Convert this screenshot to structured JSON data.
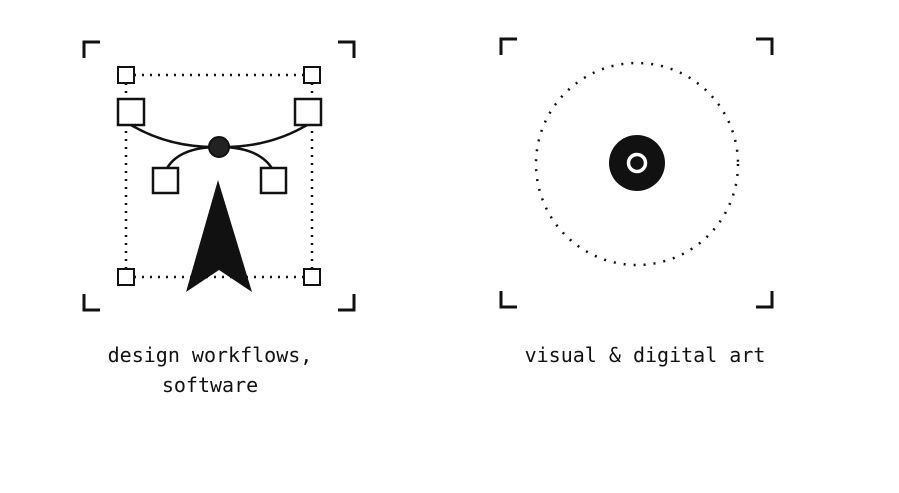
{
  "tiles": [
    {
      "icon": "bezier-vector-cursor-icon",
      "caption_line1": "design workflows,",
      "caption_line2": "software"
    },
    {
      "icon": "target-dot-icon",
      "caption_line1": "visual & digital art"
    }
  ],
  "colors": {
    "ink": "#111111",
    "background": "#ffffff"
  }
}
